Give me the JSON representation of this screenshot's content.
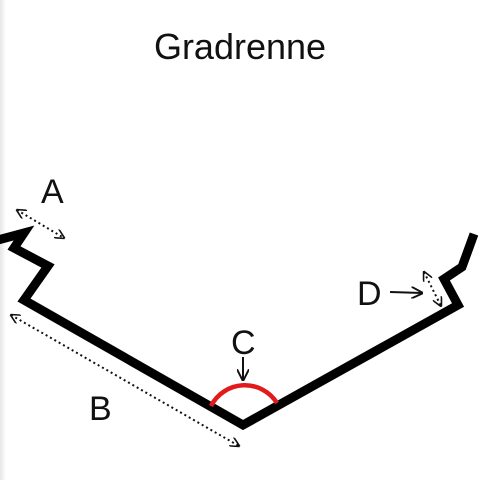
{
  "title": "Gradrenne",
  "labels": {
    "a": "A",
    "b": "B",
    "c": "C",
    "d": "D"
  },
  "colors": {
    "profile": "#000000",
    "angle_arc": "#e31a1c",
    "text": "#111111"
  }
}
